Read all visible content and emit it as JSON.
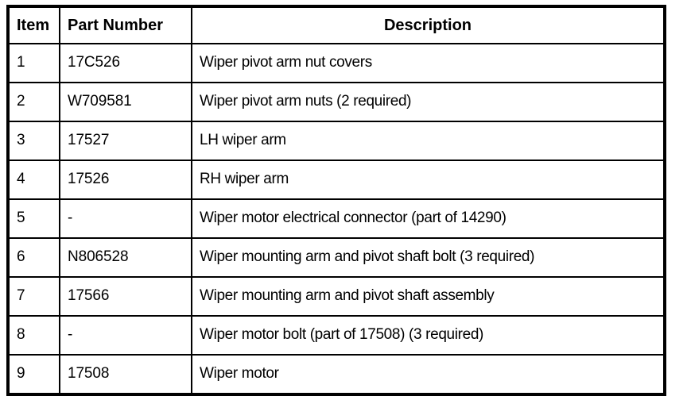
{
  "table": {
    "columns": [
      {
        "key": "item",
        "label": "Item",
        "align": "left"
      },
      {
        "key": "part_number",
        "label": "Part Number",
        "align": "left"
      },
      {
        "key": "description",
        "label": "Description",
        "align": "center"
      }
    ],
    "rows": [
      {
        "item": "1",
        "part_number": "17C526",
        "description": "Wiper pivot arm nut covers"
      },
      {
        "item": "2",
        "part_number": "W709581",
        "description": "Wiper pivot arm nuts (2 required)"
      },
      {
        "item": "3",
        "part_number": "17527",
        "description": "LH wiper arm"
      },
      {
        "item": "4",
        "part_number": "17526",
        "description": "RH wiper arm"
      },
      {
        "item": "5",
        "part_number": "-",
        "description": "Wiper motor electrical connector (part of 14290)"
      },
      {
        "item": "6",
        "part_number": "N806528",
        "description": "Wiper mounting arm and pivot shaft bolt (3 required)"
      },
      {
        "item": "7",
        "part_number": "17566",
        "description": "Wiper mounting arm and pivot shaft assembly"
      },
      {
        "item": "8",
        "part_number": "-",
        "description": "Wiper motor bolt (part of 17508) (3 required)"
      },
      {
        "item": "9",
        "part_number": "17508",
        "description": "Wiper motor"
      }
    ]
  },
  "colors": {
    "border": "#000000",
    "text": "#000000",
    "background": "#ffffff"
  }
}
